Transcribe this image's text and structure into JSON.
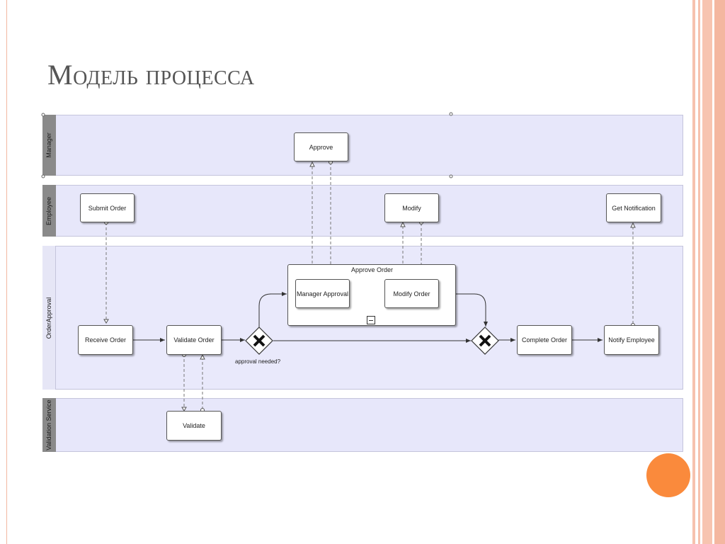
{
  "slide": {
    "title": "Модель процесса",
    "accent_color": "#fa8a3c",
    "stripe_color": "#f6c2ae"
  },
  "lanes": {
    "manager": "Manager",
    "employee": "Employee",
    "order_approval": "OrderApproval",
    "validation_service": "Validation Service"
  },
  "tasks": {
    "approve": "Approve",
    "submit_order": "Submit Order",
    "modify": "Modify",
    "get_notification": "Get Notification",
    "receive_order": "Receive  Order",
    "validate_order": "Validate Order",
    "manager_approval": "Manager Approval",
    "modify_order": "Modify Order",
    "complete_order": "Complete Order",
    "notify_employee": "Notify  Employee",
    "validate": "Validate"
  },
  "subprocess": {
    "title": "Approve Order"
  },
  "gateway": {
    "label": "approval needed?"
  },
  "colors": {
    "lane_fill": "#e7e7fa",
    "lane_header": "#8a8a8a"
  }
}
